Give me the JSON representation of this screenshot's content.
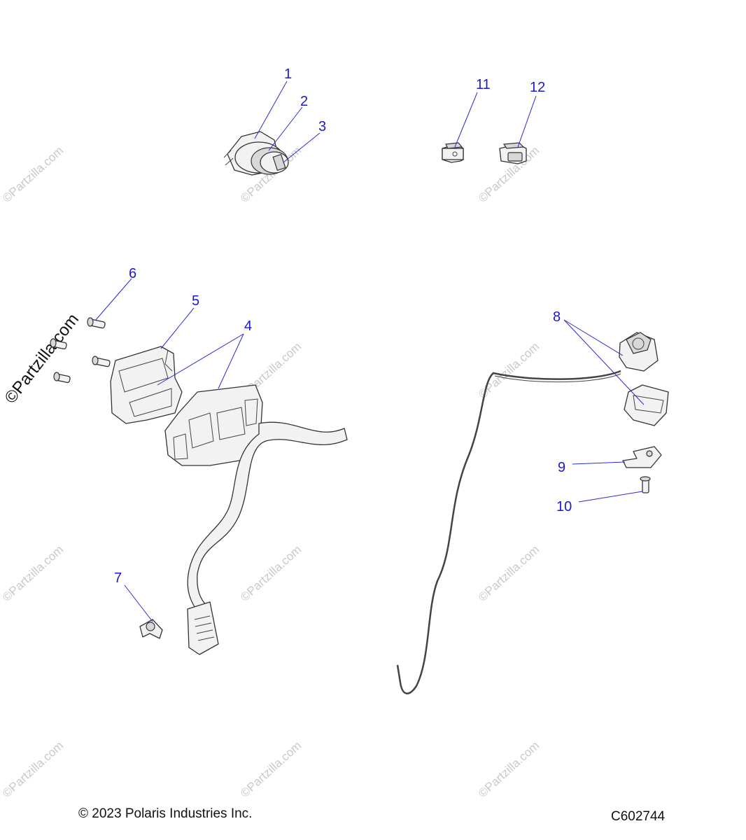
{
  "callouts": [
    {
      "id": "callout-1",
      "label": "1"
    },
    {
      "id": "callout-2",
      "label": "2"
    },
    {
      "id": "callout-3",
      "label": "3"
    },
    {
      "id": "callout-4",
      "label": "4"
    },
    {
      "id": "callout-5",
      "label": "5"
    },
    {
      "id": "callout-6",
      "label": "6"
    },
    {
      "id": "callout-7",
      "label": "7"
    },
    {
      "id": "callout-8",
      "label": "8"
    },
    {
      "id": "callout-9",
      "label": "9"
    },
    {
      "id": "callout-10",
      "label": "10"
    },
    {
      "id": "callout-11",
      "label": "11"
    },
    {
      "id": "callout-12",
      "label": "12"
    }
  ],
  "watermark": "©Partzilla.com",
  "footer": {
    "copyright": "© 2023 Polaris Industries Inc.",
    "diagram_code": "C602744"
  },
  "colors": {
    "callout": "#1a1acc",
    "watermark": "#c9c9c9"
  }
}
